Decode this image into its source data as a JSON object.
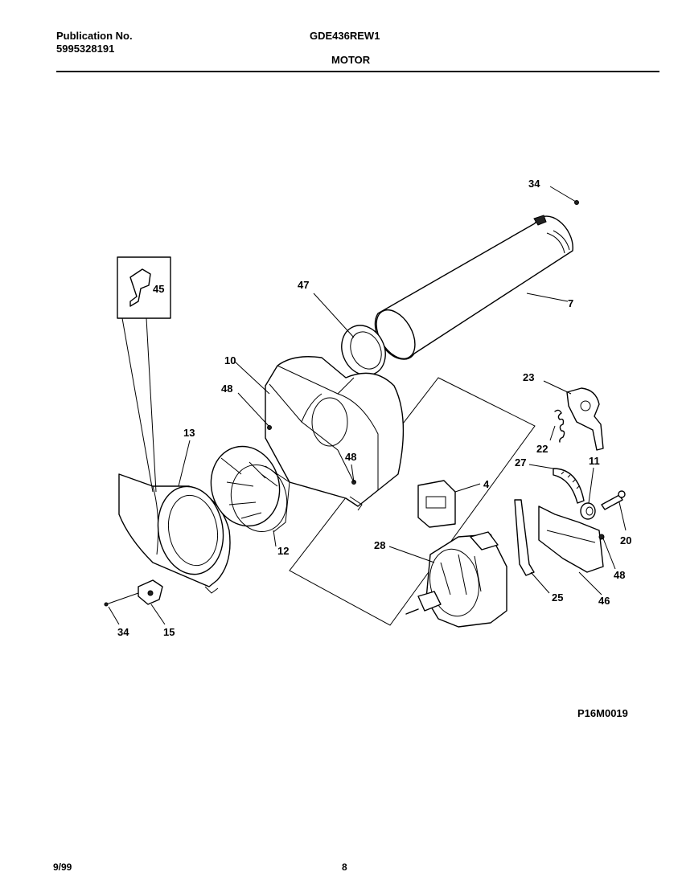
{
  "header": {
    "publication_label": "Publication No.",
    "publication_number": "5995328191",
    "model": "GDE436REW1",
    "section": "MOTOR"
  },
  "figure_id": "P16M0019",
  "footer": {
    "date": "9/99",
    "page": "8"
  },
  "parts": {
    "p34a": "34",
    "p7": "7",
    "p47": "47",
    "p45": "45",
    "p10": "10",
    "p48a": "48",
    "p13": "13",
    "p23": "23",
    "p22": "22",
    "p27": "27",
    "p11": "11",
    "p48b": "48",
    "p4": "4",
    "p12": "12",
    "p28": "28",
    "p20": "20",
    "p48c": "48",
    "p25": "25",
    "p46": "46",
    "p34b": "34",
    "p15": "15"
  }
}
